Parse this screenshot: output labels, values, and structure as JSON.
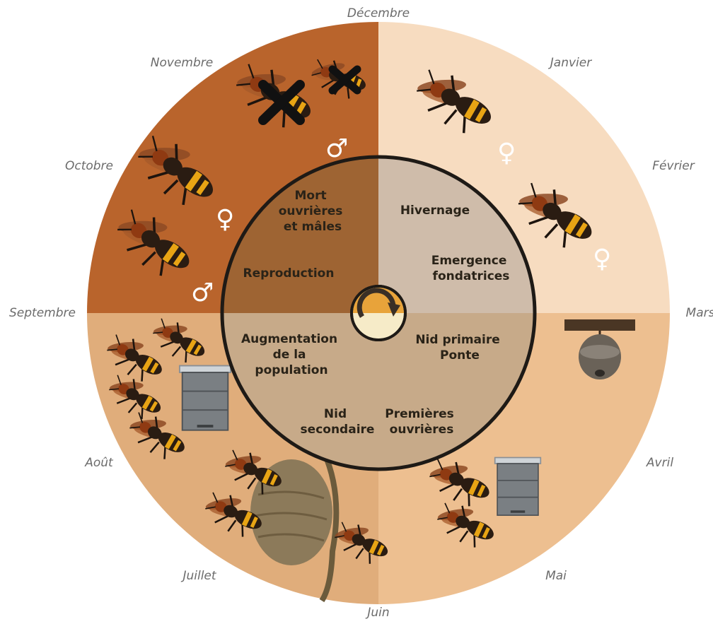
{
  "months": {
    "decembre": "Décembre",
    "janvier": "Janvier",
    "fevrier": "Février",
    "mars": "Mars",
    "avril": "Avril",
    "mai": "Mai",
    "juin": "Juin",
    "juillet": "Juillet",
    "aout": "Août",
    "septembre": "Septembre",
    "octobre": "Octobre",
    "novembre": "Novembre"
  },
  "phases": {
    "mort": [
      "Mort",
      "ouvrières",
      "et mâles"
    ],
    "hivernage": "Hivernage",
    "emergence": [
      "Emergence",
      "fondatrices"
    ],
    "reproduction": "Reproduction",
    "augmentation": [
      "Augmentation",
      "de la",
      "population"
    ],
    "nid_primaire": [
      "Nid primaire",
      "Ponte"
    ],
    "nid_secondaire": [
      "Nid",
      "secondaire"
    ],
    "premieres_ouvrieres": [
      "Premières",
      "ouvrières"
    ]
  },
  "symbols": {
    "female": "♀",
    "male": "♂"
  },
  "colors": {
    "quadrant_top_left": "#b9642c",
    "quadrant_top_right": "#f7dcc0",
    "quadrant_bottom_right": "#edbf90",
    "quadrant_bottom_left": "#e0ad7b",
    "inner_top_left": "#9e6433",
    "inner_top_right": "#cfbcaa",
    "inner_bottom": "#c7aa89",
    "ring_stroke": "#1e1a16",
    "hornet_body": "#2a1c12",
    "hornet_band": "#e8a414"
  }
}
